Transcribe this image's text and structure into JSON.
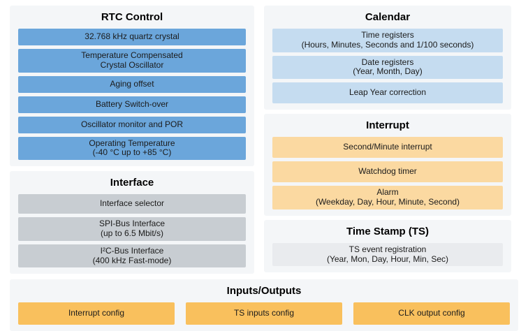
{
  "colors": {
    "panel_bg": "#f4f6f8",
    "blue": "#6ba6db",
    "light_blue": "#c5dcf0",
    "gray": "#c8cdd2",
    "light_gray": "#e9ebee",
    "light_orange": "#fbd9a1",
    "orange": "#f9c05d",
    "text": "#1b1b1b",
    "title": "#000000"
  },
  "panels": [
    {
      "id": "rtc-control",
      "title": "RTC Control",
      "style": "blue",
      "items": [
        [
          "32.768 kHz quartz crystal"
        ],
        [
          "Temperature Compensated",
          "Crystal Oscillator"
        ],
        [
          "Aging offset"
        ],
        [
          "Battery Switch-over"
        ],
        [
          "Oscillator monitor and POR"
        ],
        [
          "Operating Temperature",
          "(-40 °C up to +85 °C)"
        ]
      ]
    },
    {
      "id": "interface",
      "title": "Interface",
      "style": "gray",
      "items": [
        [
          "Interface selector"
        ],
        [
          "SPI-Bus Interface",
          "(up to 6.5 Mbit/s)"
        ],
        [
          "I²C-Bus Interface",
          "(400 kHz Fast-mode)"
        ]
      ]
    },
    {
      "id": "calendar",
      "title": "Calendar",
      "style": "light-blue",
      "items": [
        [
          "Time registers",
          "(Hours, Minutes, Seconds and 1/100 seconds)"
        ],
        [
          "Date registers",
          "(Year, Month, Day)"
        ],
        [
          "Leap Year correction"
        ]
      ]
    },
    {
      "id": "interrupt",
      "title": "Interrupt",
      "style": "light-orange",
      "items": [
        [
          "Second/Minute interrupt"
        ],
        [
          "Watchdog timer"
        ],
        [
          "Alarm",
          "(Weekday, Day, Hour, Minute, Second)"
        ]
      ]
    },
    {
      "id": "time-stamp",
      "title": "Time Stamp (TS)",
      "style": "light-gray",
      "items": [
        [
          "TS event registration",
          "(Year, Mon, Day, Hour, Min, Sec)"
        ]
      ]
    },
    {
      "id": "inputs-outputs",
      "title": "Inputs/Outputs",
      "style": "orange",
      "items": [
        [
          "Interrupt config"
        ],
        [
          "TS inputs config"
        ],
        [
          "CLK output config"
        ]
      ]
    }
  ]
}
